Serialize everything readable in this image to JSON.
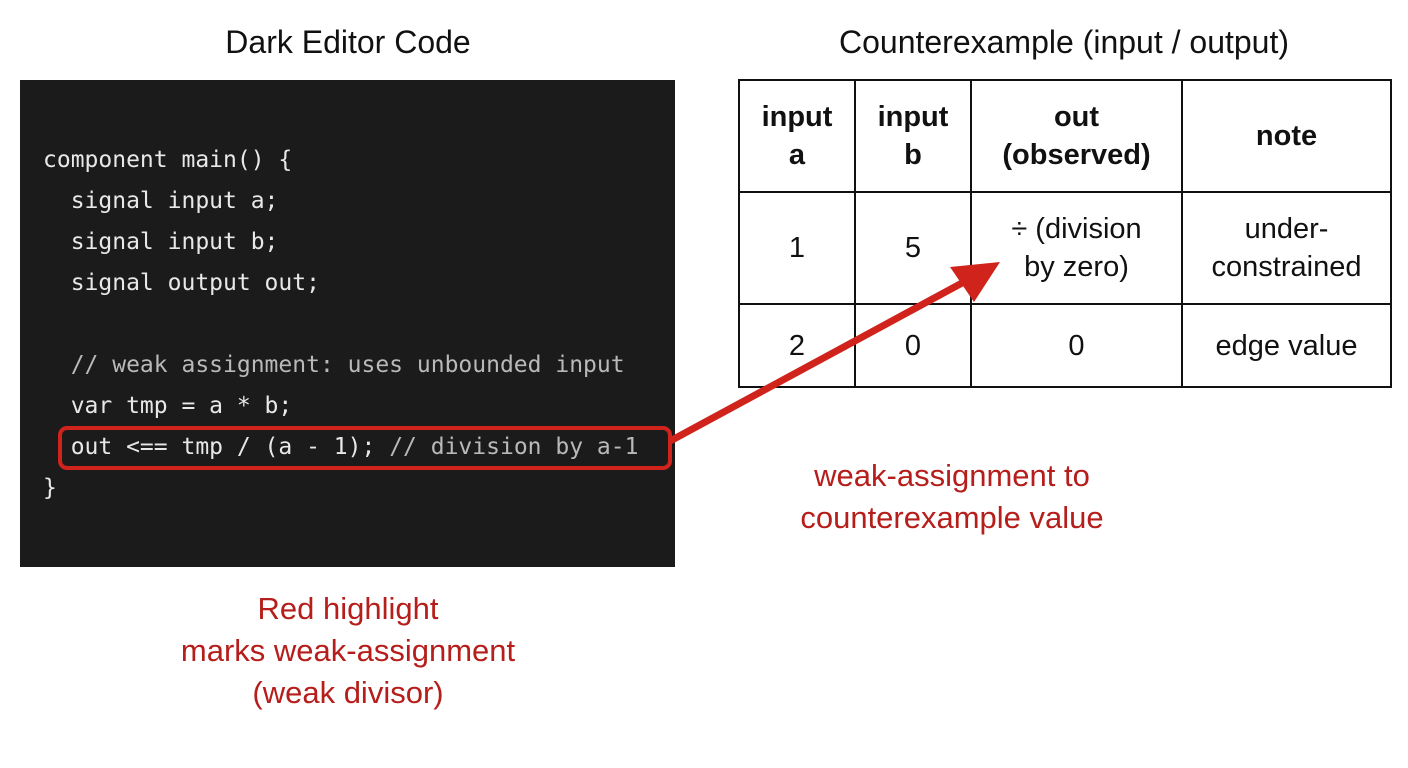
{
  "left_panel": {
    "title": "Dark Editor Code",
    "code_lines": [
      "component main() {",
      "  signal input a;",
      "  signal input b;",
      "  signal output out;",
      "",
      "  // weak assignment: uses unbounded input",
      "  var tmp = a * b;",
      "  out <== tmp / (a - 1);",
      "}"
    ],
    "highlight_comment": " // division by a-1",
    "caption_lines": [
      "Red highlight",
      "marks weak-assignment",
      "(weak divisor)"
    ]
  },
  "right_panel": {
    "title": "Counterexample (input / output)",
    "table": {
      "headers": [
        [
          "input",
          "a"
        ],
        [
          "input",
          "b"
        ],
        [
          "out",
          "(observed)"
        ],
        [
          "note"
        ]
      ],
      "rows": [
        [
          [
            "1"
          ],
          [
            "5"
          ],
          [
            "÷ (division",
            "by zero)"
          ],
          [
            "under-",
            "constrained"
          ]
        ],
        [
          [
            "2"
          ],
          [
            "0"
          ],
          [
            "0"
          ],
          [
            "edge value"
          ]
        ]
      ]
    }
  },
  "arrow": {
    "caption_lines": [
      "weak-assignment to",
      "counterexample value"
    ]
  },
  "colors": {
    "editor_background": "#1b1b1b",
    "highlight": "#d0231c",
    "caption_red": "#b51e1a"
  }
}
